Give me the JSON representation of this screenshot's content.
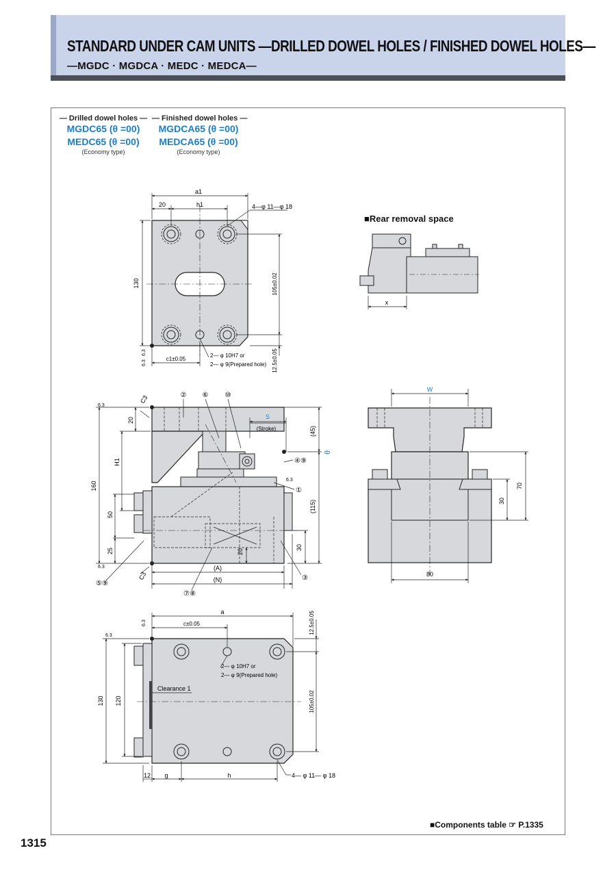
{
  "header": {
    "title": "STANDARD UNDER CAM UNITS —DRILLED DOWEL  HOLES / FINISHED DOWEL HOLES—",
    "subtitle": "—MGDC · MGDCA · MEDC · MEDCA—"
  },
  "types": {
    "drilled": {
      "heading": "— Drilled dowel holes —",
      "code1": "MGDC65 (θ =00)",
      "code2": "MEDC65 (θ =00)",
      "note": "(Economy type)"
    },
    "finished": {
      "heading": "— Finished dowel holes —",
      "code1": "MGDCA65 (θ =00)",
      "code2": "MEDCA65 (θ =00)",
      "note": "(Economy type)"
    }
  },
  "rear_removal": {
    "title": "■Rear removal space",
    "x_label": "x"
  },
  "top_view": {
    "a1": "a1",
    "d20": "20",
    "h1": "h1",
    "holes": "4—φ 11—φ 18",
    "d130": "130",
    "d105": "105±0.02",
    "d125": "12.5±0.05",
    "c1": "c1±0.05",
    "dowel1": "2— φ 10H7 or",
    "dowel2": "2— φ 9(Prepared hole)",
    "rough": "6.3"
  },
  "front_view": {
    "c3a": "C3",
    "c3b": "C3",
    "d20": "20",
    "h1": "H1",
    "d160": "160",
    "d50": "50",
    "d25": "25",
    "s": "S",
    "stroke": "(Stroke)",
    "d45": "(45)",
    "theta": "θ",
    "d115": "(115)",
    "d30": "30",
    "d20b": "20",
    "A": "(A)",
    "N": "(N)",
    "c2": "②",
    "c6": "⑥",
    "c10": "⑩",
    "c49": "④⑨",
    "c1": "①",
    "c3": "③",
    "c59": "⑤⑨",
    "c78": "⑦⑧",
    "rough": "6.3"
  },
  "side_view": {
    "w": "W",
    "d70": "70",
    "d30": "30",
    "d80": "80"
  },
  "bottom_view": {
    "a": "a",
    "c": "c±0.05",
    "d125": "12.5±0.05",
    "dowel1": "2— φ 10H7 or",
    "dowel2": "2— φ 9(Prepared hole)",
    "clearance": "Clearance 1",
    "d130": "130",
    "d120": "120",
    "d105": "105±0.02",
    "d12": "12",
    "g": "g",
    "h": "h",
    "holes": "4— φ 11— φ 18",
    "rough": "6.3"
  },
  "footer": {
    "page": "1315",
    "ref": "■Components table ☞ P.1335"
  }
}
